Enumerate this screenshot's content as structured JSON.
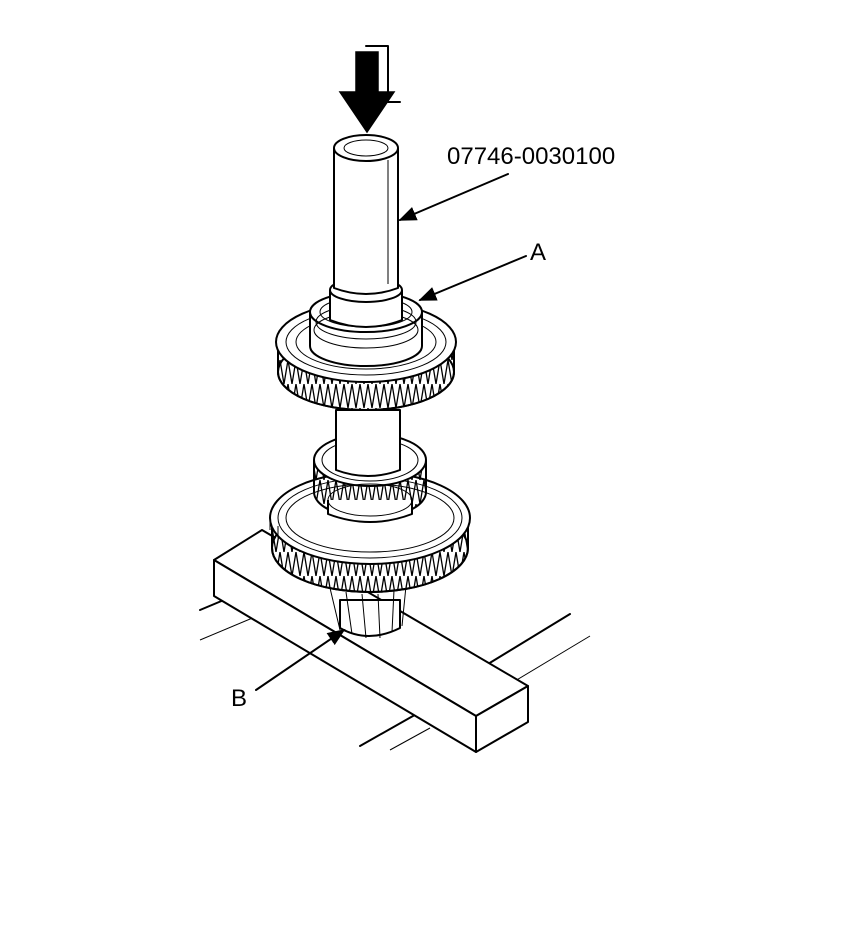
{
  "labels": {
    "tool": "07746-0030100",
    "part_a": "A",
    "part_b": "B"
  },
  "colors": {
    "line": "#000000",
    "background": "#ffffff"
  },
  "icons": {
    "press_direction": "down-arrow-icon"
  }
}
